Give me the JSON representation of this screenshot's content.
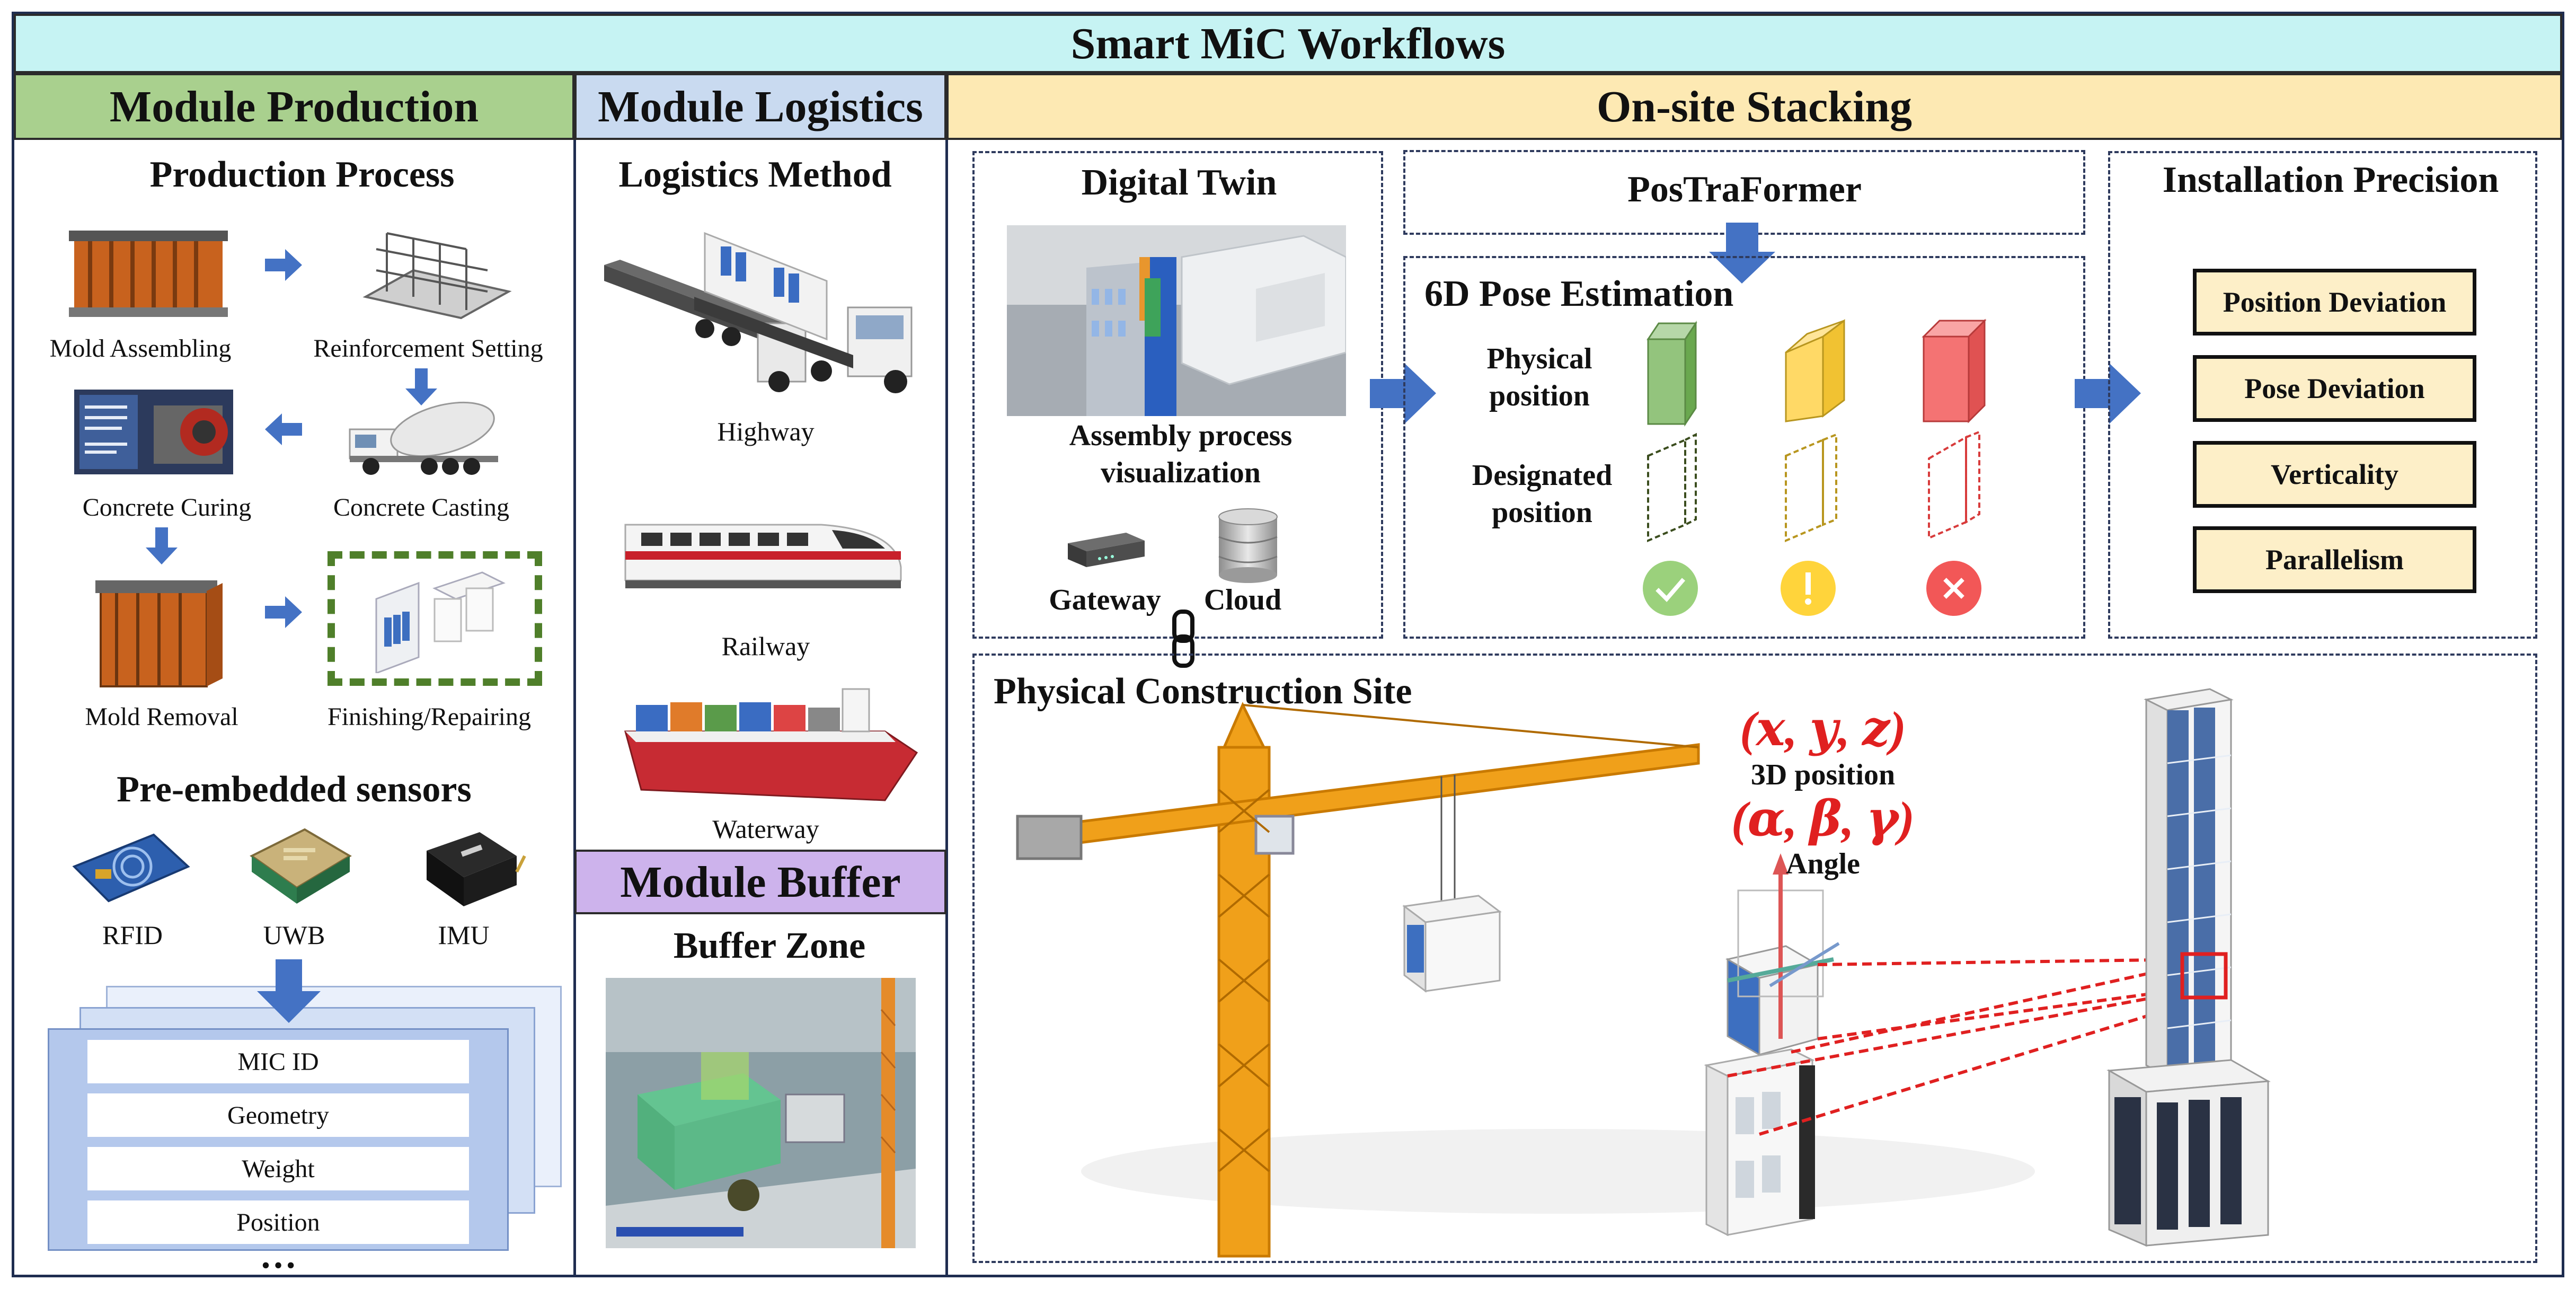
{
  "title": "Smart MiC Workflows",
  "colors": {
    "title_bg": "#c6f3f3",
    "production_bg": "#a9d08e",
    "logistics_bg": "#c9daf0",
    "stacking_bg": "#fde9b3",
    "buffer_bg": "#cdb3ec",
    "arrow": "#4472c4",
    "accent_red": "#e02020",
    "ok": "#9bd17c",
    "warn": "#ffd43b",
    "err": "#f25757",
    "dash_green": "#4f7f2a"
  },
  "production": {
    "header": "Module Production",
    "process_title": "Production Process",
    "steps": [
      "Mold Assembling",
      "Reinforcement Setting",
      "Concrete Curing",
      "Concrete Casting",
      "Mold Removal",
      "Finishing/Repairing"
    ],
    "sensors_title": "Pre-embedded sensors",
    "sensors": [
      "RFID",
      "UWB",
      "IMU"
    ],
    "fields": [
      "MIC ID",
      "Geometry",
      "Weight",
      "Position"
    ],
    "ellipsis": "…"
  },
  "logistics": {
    "header": "Module Logistics",
    "method_title": "Logistics Method",
    "methods": [
      "Highway",
      "Railway",
      "Waterway"
    ]
  },
  "buffer": {
    "header": "Module Buffer",
    "zone_title": "Buffer Zone"
  },
  "stacking": {
    "header": "On-site Stacking",
    "digital_twin": {
      "title": "Digital Twin",
      "caption_line1": "Assembly process",
      "caption_line2": "visualization",
      "gateway": "Gateway",
      "cloud": "Cloud"
    },
    "postraformer": "PosTraFormer",
    "pose": {
      "title": "6D Pose Estimation",
      "physical_line1": "Physical",
      "physical_line2": "position",
      "designated_line1": "Designated",
      "designated_line2": "position",
      "status_icons": [
        "check-icon",
        "exclamation-icon",
        "cross-icon"
      ]
    },
    "precision": {
      "title": "Installation Precision",
      "items": [
        "Position Deviation",
        "Pose Deviation",
        "Verticality",
        "Parallelism"
      ]
    },
    "site": {
      "title": "Physical Construction Site",
      "position_formula": "(𝒙, 𝒚, 𝒛)",
      "position_label": "3D position",
      "angle_formula": "(𝜶, 𝜷, 𝜸)",
      "angle_label": "Angle"
    }
  }
}
